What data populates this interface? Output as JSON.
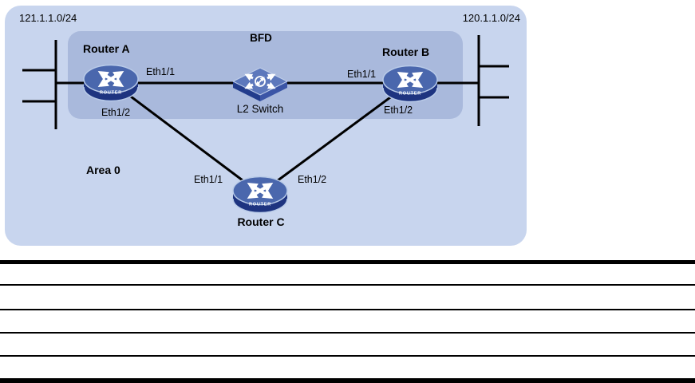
{
  "diagram": {
    "networks": {
      "left": "121.1.1.0/24",
      "right": "120.1.1.0/24"
    },
    "regions": {
      "bfd": "BFD",
      "area": "Area 0"
    },
    "nodes": {
      "router_a": {
        "label": "Router A",
        "badge": "ROUTER"
      },
      "router_b": {
        "label": "Router B",
        "badge": "ROUTER"
      },
      "router_c": {
        "label": "Router C",
        "badge": "ROUTER"
      },
      "l2_switch": {
        "label": "L2 Switch"
      }
    },
    "interfaces": {
      "router_a": {
        "eth11": "Eth1/1",
        "eth12": "Eth1/2"
      },
      "router_b": {
        "eth11": "Eth1/1",
        "eth12": "Eth1/2"
      },
      "router_c": {
        "eth11": "Eth1/1",
        "eth12": "Eth1/2"
      }
    },
    "colors": {
      "outer_region_bg": "#c8d5ee",
      "inner_region_bg": "#a9b9dc",
      "router_top": "#4a67ad",
      "router_base": "#1e3480",
      "icon_outline": "#b9cbe8",
      "switch_top": "#5d78bc",
      "switch_side_dark": "#223c8c",
      "switch_side_light": "#3b55a6",
      "link_line": "#000000"
    }
  }
}
